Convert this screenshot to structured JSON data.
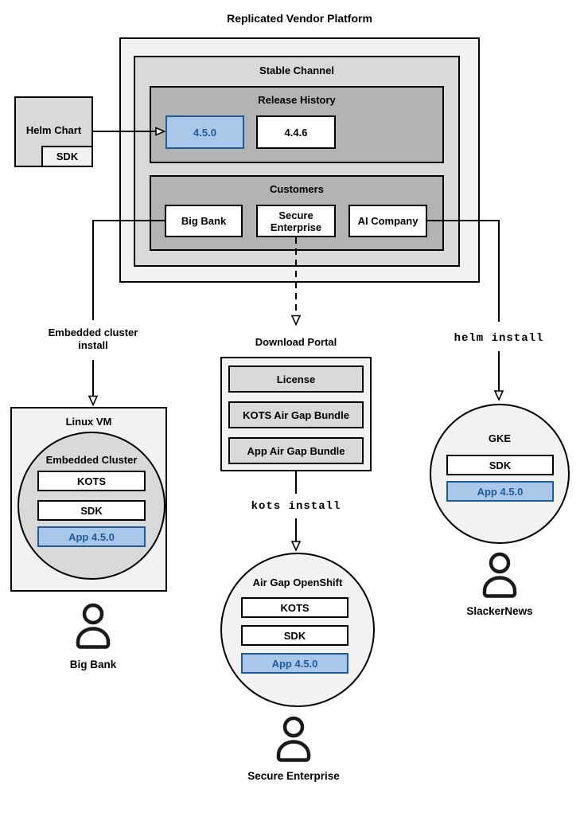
{
  "title": "Replicated Vendor Platform",
  "colors": {
    "accent_fill": "#a9c7e8",
    "accent_border": "#1f5b99",
    "accent_text": "#1f5b99",
    "gray_light": "#f2f2f2",
    "gray_mid": "#d9d9d9",
    "gray_dark": "#b3b3b3",
    "line": "#000000"
  },
  "icons": {
    "user_icon": "person-outline"
  },
  "platform": {
    "stable_channel_title": "Stable Channel",
    "release_history": {
      "title": "Release History",
      "releases": [
        {
          "label": "4.5.0",
          "highlighted": true
        },
        {
          "label": "4.4.6",
          "highlighted": false
        }
      ]
    },
    "customers": {
      "title": "Customers",
      "items": [
        {
          "label": "Big Bank"
        },
        {
          "label": "Secure Enterprise"
        },
        {
          "label": "AI Company"
        }
      ]
    }
  },
  "helm_chart": {
    "label": "Helm Chart",
    "sdk_label": "SDK"
  },
  "flows": {
    "embedded": {
      "edge_label": "Embedded cluster install",
      "vm": {
        "title": "Linux VM",
        "cluster_title": "Embedded Cluster",
        "components": [
          {
            "label": "KOTS",
            "highlighted": false
          },
          {
            "label": "SDK",
            "highlighted": false
          },
          {
            "label": "App 4.5.0",
            "highlighted": true
          }
        ]
      },
      "user": "Big Bank"
    },
    "airgap": {
      "portal_label": "Download Portal",
      "portal_items": [
        {
          "label": "License"
        },
        {
          "label": "KOTS Air Gap Bundle"
        },
        {
          "label": "App Air Gap Bundle"
        }
      ],
      "edge_label": "kots install",
      "cluster": {
        "title": "Air Gap OpenShift",
        "components": [
          {
            "label": "KOTS",
            "highlighted": false
          },
          {
            "label": "SDK",
            "highlighted": false
          },
          {
            "label": "App 4.5.0",
            "highlighted": true
          }
        ]
      },
      "user": "Secure Enterprise"
    },
    "helm": {
      "edge_label": "helm install",
      "cluster": {
        "title": "GKE",
        "components": [
          {
            "label": "SDK",
            "highlighted": false
          },
          {
            "label": "App 4.5.0",
            "highlighted": true
          }
        ]
      },
      "user": "SlackerNews"
    }
  }
}
